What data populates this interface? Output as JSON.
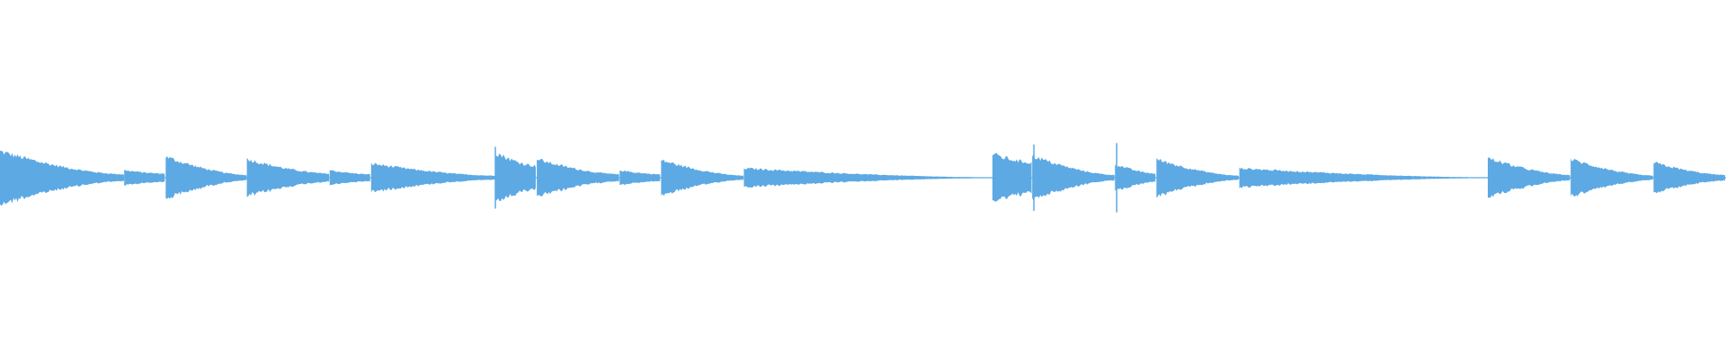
{
  "waveform": {
    "color": "#5DA9E3",
    "background": "#FFFFFF",
    "segments": [
      {
        "start": 0.0,
        "end": 0.072,
        "attack_amp": 0.78,
        "decay_amp": 0.1,
        "kind": "strike"
      },
      {
        "start": 0.072,
        "end": 0.096,
        "attack_amp": 0.22,
        "decay_amp": 0.12,
        "kind": "strike"
      },
      {
        "start": 0.096,
        "end": 0.143,
        "attack_amp": 0.62,
        "decay_amp": 0.08,
        "kind": "strike"
      },
      {
        "start": 0.143,
        "end": 0.191,
        "attack_amp": 0.55,
        "decay_amp": 0.12,
        "kind": "strike"
      },
      {
        "start": 0.191,
        "end": 0.215,
        "attack_amp": 0.22,
        "decay_amp": 0.1,
        "kind": "strike"
      },
      {
        "start": 0.215,
        "end": 0.287,
        "attack_amp": 0.42,
        "decay_amp": 0.06,
        "kind": "strike"
      },
      {
        "start": 0.287,
        "end": 0.311,
        "attack_amp": 0.75,
        "decay_amp": 0.35,
        "kind": "strike"
      },
      {
        "start": 0.311,
        "end": 0.359,
        "attack_amp": 0.55,
        "decay_amp": 0.1,
        "kind": "strike"
      },
      {
        "start": 0.359,
        "end": 0.383,
        "attack_amp": 0.22,
        "decay_amp": 0.1,
        "kind": "strike"
      },
      {
        "start": 0.383,
        "end": 0.431,
        "attack_amp": 0.52,
        "decay_amp": 0.06,
        "kind": "strike"
      },
      {
        "start": 0.431,
        "end": 0.575,
        "attack_amp": 0.28,
        "decay_amp": 0.01,
        "kind": "strike"
      },
      {
        "start": 0.575,
        "end": 0.598,
        "attack_amp": 0.7,
        "decay_amp": 0.45,
        "kind": "strike"
      },
      {
        "start": 0.598,
        "end": 0.646,
        "attack_amp": 0.65,
        "decay_amp": 0.08,
        "kind": "strike"
      },
      {
        "start": 0.646,
        "end": 0.67,
        "attack_amp": 0.4,
        "decay_amp": 0.12,
        "kind": "strike"
      },
      {
        "start": 0.67,
        "end": 0.718,
        "attack_amp": 0.55,
        "decay_amp": 0.06,
        "kind": "strike"
      },
      {
        "start": 0.718,
        "end": 0.862,
        "attack_amp": 0.28,
        "decay_amp": 0.01,
        "kind": "strike"
      },
      {
        "start": 0.862,
        "end": 0.91,
        "attack_amp": 0.58,
        "decay_amp": 0.08,
        "kind": "strike"
      },
      {
        "start": 0.91,
        "end": 0.958,
        "attack_amp": 0.55,
        "decay_amp": 0.06,
        "kind": "strike"
      },
      {
        "start": 0.958,
        "end": 1.0,
        "attack_amp": 0.45,
        "decay_amp": 0.08,
        "kind": "strike"
      }
    ],
    "spikes": [
      {
        "t": 0.287,
        "amp": 0.82
      },
      {
        "t": 0.599,
        "amp": 0.88
      },
      {
        "t": 0.647,
        "amp": 0.92
      }
    ]
  }
}
